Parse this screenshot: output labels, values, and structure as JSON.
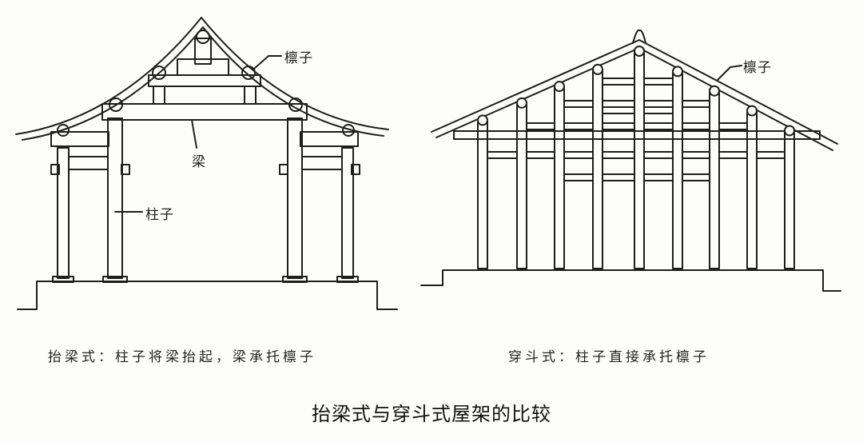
{
  "left_diagram": {
    "labels": {
      "purlin": "檩子",
      "beam": "梁",
      "column": "柱子"
    },
    "caption": "抬梁式：柱子将梁抬起，梁承托檩子"
  },
  "right_diagram": {
    "labels": {
      "purlin": "檩子"
    },
    "caption": "穿斗式：柱子直接承托檩子"
  },
  "title": "抬梁式与穿斗式屋架的比较",
  "colors": {
    "ink": "#1e1e1e",
    "paper": "#fdfdfb"
  }
}
